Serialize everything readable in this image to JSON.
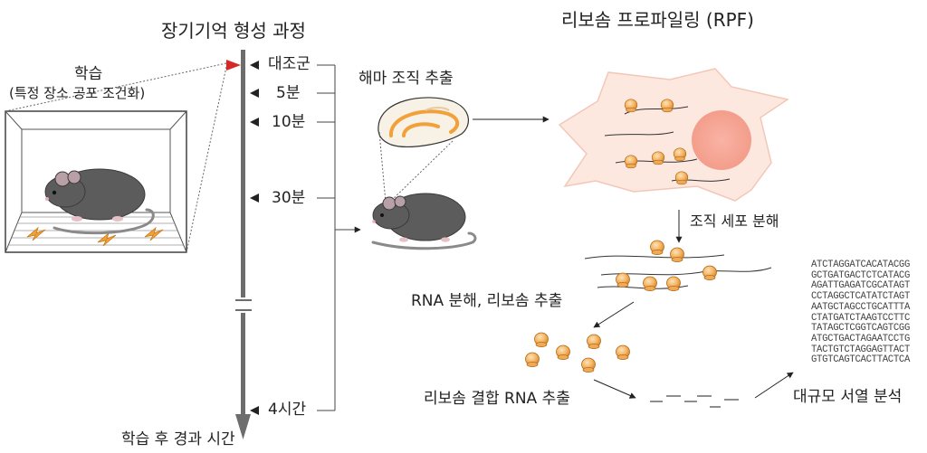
{
  "timeline": {
    "title": "장기기억 형성 과정",
    "axis_label": "학습 후 경과 시간",
    "ticks": [
      {
        "label": "대조군"
      },
      {
        "label": "5분"
      },
      {
        "label": "10분"
      },
      {
        "label": "30분"
      },
      {
        "label": "4시간"
      }
    ]
  },
  "learning": {
    "title": "학습",
    "subtitle": "(특정 장소 공포 조건화)"
  },
  "hippocampus": {
    "label": "해마 조직 추출"
  },
  "rpf": {
    "title": "리보솜 프로파일링 (RPF)",
    "steps": {
      "lysis": "조직 세포 분해",
      "rna_digest": "RNA 분해, 리보솜 추출",
      "bound_rna": "리보솜 결합 RNA 추출",
      "sequencing": "대규모 서열 분석"
    }
  },
  "sequences": [
    "ATCTAGGATCACATACGG",
    "GCTGATGACTCTCATACG",
    "AGATTGAGATCGCATAGT",
    "CCTAGGCTCATATCTAGT",
    "AATGCTAGCCTGCATTTA",
    "CTATGATCTAAGTCCTTC",
    "TATAGCTCGGTCAGTCGG",
    "ATGCTGACTAGAATCCTG",
    "TACTGTCTAGGAGTTACT",
    "GTGTCAGTCACTTACTCA"
  ],
  "colors": {
    "timeline": "#6d6d6d",
    "marker": "#d42a2a",
    "ribosome": "#f3b86a",
    "nucleus": "#f6a89a",
    "cell": "#fde8e0",
    "hippocampus": "#f2a13a",
    "mouse": "#5a5a5a"
  }
}
